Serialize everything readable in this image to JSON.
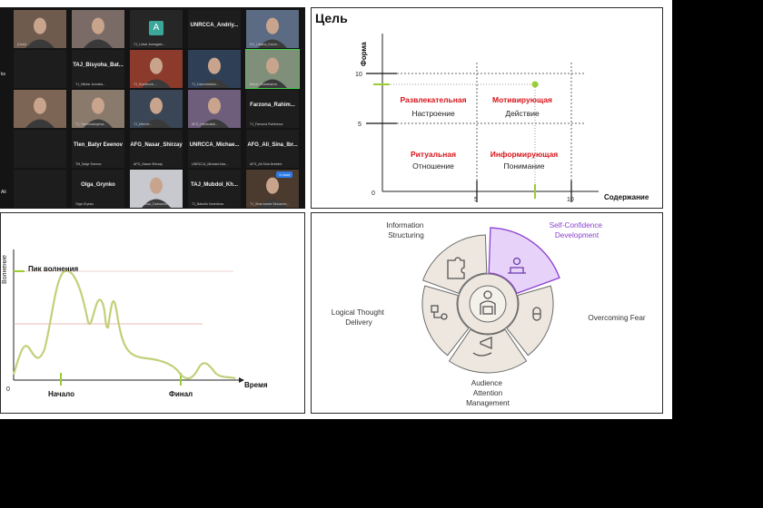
{
  "gallery": {
    "tiles": [
      {
        "name": "",
        "sub": "(Host) ...",
        "video": true,
        "bg": "#6f5a4e"
      },
      {
        "name": "",
        "sub": "",
        "video": true,
        "bg": "#7a6b66"
      },
      {
        "name": "",
        "sub": "TJ_Lobar Jumagalo...",
        "avatar": "A",
        "video": false,
        "bg": "#262626"
      },
      {
        "name": "UNRCCA_Andriy...",
        "sub": "",
        "video": false,
        "bg": "#1d1d1d"
      },
      {
        "name": "",
        "sub": "KG_Ulsana_Kaum...",
        "video": true,
        "bg": "#5b6b84"
      },
      {
        "name": "",
        "sub": "",
        "video": false,
        "bg": "#1d1d1d"
      },
      {
        "name": "TAJ_Bisyoha_Bat...",
        "sub": "TJ_Nilufar Jumaba...",
        "video": false,
        "bg": "#1d1d1d"
      },
      {
        "name": "",
        "sub": "TJ_Kumikova ...",
        "video": true,
        "bg": "#8b3a2b"
      },
      {
        "name": "",
        "sub": "TJ_Davronbekov...",
        "video": true,
        "bg": "#2f3f56"
      },
      {
        "name": "",
        "sub": "Bahar Chalabaeva",
        "video": true,
        "bg": "#7f8f7a",
        "active": true
      },
      {
        "name": "",
        "sub": "",
        "video": true,
        "bg": "#7d6555"
      },
      {
        "name": "",
        "sub": "TJ_Yasminaboyeva...",
        "video": true,
        "bg": "#8a7a6c"
      },
      {
        "name": "",
        "sub": "TJ_MirzoH...",
        "video": true,
        "bg": "#3a4656"
      },
      {
        "name": "",
        "sub": "AFG_Hasibullah...",
        "video": true,
        "bg": "#6e5e7c"
      },
      {
        "name": "Farzona_Rahim...",
        "sub": "TJ_Farzona Rahimova",
        "video": false,
        "bg": "#1d1d1d"
      },
      {
        "name": "",
        "sub": "",
        "video": false,
        "bg": "#1d1d1d"
      },
      {
        "name": "Tlen_Batyr Eeenov",
        "sub": "TM_Batyr Esenov",
        "video": false,
        "bg": "#1d1d1d"
      },
      {
        "name": "AFG_Nasar_Shirzay",
        "sub": "AFG_Nasar Shirzay",
        "video": false,
        "bg": "#1d1d1d"
      },
      {
        "name": "UNRCCA_Michae...",
        "sub": "UNRCCA_Michael Ada...",
        "video": false,
        "bg": "#1d1d1d"
      },
      {
        "name": "AFG_Ali_Sina_Ibr...",
        "sub": "AFG_Ali Sina Ibrahimi",
        "video": false,
        "bg": "#1d1d1d"
      },
      {
        "name": "",
        "sub": "",
        "video": false,
        "bg": "#1d1d1d"
      },
      {
        "name": "Olga_Grynko",
        "sub": "Olga Grynko",
        "video": false,
        "bg": "#1d1d1d"
      },
      {
        "name": "",
        "sub": "KAZ_Olinas_Dabrannov...",
        "video": true,
        "bg": "#c7c9cf"
      },
      {
        "name": "TAJ_Mubdol_Kh...",
        "sub": "TJ_Bahullo Nuredinov",
        "video": false,
        "bg": "#1d1d1d"
      },
      {
        "name": "",
        "sub": "TJ_Sharmanbe Muhamm...",
        "video": true,
        "bg": "#4b3a2e"
      }
    ],
    "partial_names": [
      "ks",
      "Ali"
    ],
    "overflow_badge": "1 more"
  },
  "goal_chart": {
    "title": "Цель",
    "y_axis_label": "Форма",
    "x_axis_label": "Содержание",
    "origin_label": "0",
    "x_ticks": [
      "5",
      "10"
    ],
    "y_ticks": [
      "5",
      "10"
    ],
    "quadrants": [
      {
        "title": "Развлекательная",
        "subtitle": "Настроение"
      },
      {
        "title": "Мотивирующая",
        "subtitle": "Действие"
      },
      {
        "title": "Ритуальная",
        "subtitle": "Отношение"
      },
      {
        "title": "Информирующая",
        "subtitle": "Понимание"
      }
    ],
    "title_color": "#d7141a",
    "marker_color": "#9acd32"
  },
  "excitement_curve": {
    "peak_label": "Пик волнения",
    "y_axis_label": "Волнение",
    "x_axis_label": "Время",
    "origin_label": "0",
    "start_label": "Начало",
    "end_label": "Финал",
    "accent_color": "#9acd32",
    "line_color": "#c4cf7a"
  },
  "skills_wheel": {
    "segments": [
      {
        "label": "Information Structuring",
        "icon": "puzzle-icon"
      },
      {
        "label": "Self-Confidence Development",
        "icon": "speaker-podium-icon",
        "highlighted": true
      },
      {
        "label": "Overcoming Fear",
        "icon": "bandage-icon"
      },
      {
        "label": "Audience Attention Management",
        "icon": "megaphone-hand-icon"
      },
      {
        "label": "Logical Thought Delivery",
        "icon": "flow-diagram-icon"
      }
    ],
    "center_icon": "presenter-icon",
    "highlight_color": "#8a3fd1",
    "segment_fill": "#ede7df",
    "segment_stroke": "#6b6b6b"
  }
}
